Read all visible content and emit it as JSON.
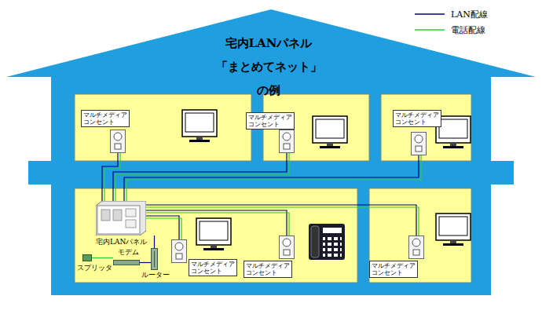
{
  "diagram": {
    "title": "宅内LANパネル 「まとめてネット」の例",
    "nodes": [
      {
        "text": [
          "マルチメディア コンセント"
        ]
      },
      {
        "text": [
          "マルチメディア コンセント"
        ]
      },
      {
        "text": [
          "マルチメディア コンセント"
        ]
      },
      {
        "text": [
          "宅内LANパネル"
        ]
      },
      {
        "text": [
          "スプリッタ"
        ]
      },
      {
        "text": [
          "モデム"
        ]
      },
      {
        "text": [
          "ルーター"
        ]
      },
      {
        "text": [
          "マルチメディア コンセント"
        ]
      },
      {
        "text": [
          "マルチメディア コンセント"
        ]
      },
      {
        "text": [
          "マルチメディア コンセント"
        ]
      }
    ],
    "edges": [
      {
        "from": 3,
        "to": 0,
        "arrow": "none"
      },
      {
        "from": 3,
        "to": 1,
        "arrow": "none"
      },
      {
        "from": 3,
        "to": 2,
        "arrow": "none"
      },
      {
        "from": 3,
        "to": 7,
        "arrow": "none"
      },
      {
        "from": 3,
        "to": 8,
        "arrow": "none"
      },
      {
        "from": 3,
        "to": 9,
        "arrow": "none"
      },
      {
        "from": 4,
        "to": 5,
        "arrow": "none"
      },
      {
        "from": 5,
        "to": 6,
        "arrow": "none"
      },
      {
        "from": 6,
        "to": 3,
        "arrow": "none"
      }
    ],
    "legend": [
      {
        "text": "LAN配線"
      },
      {
        "text": "電話配線"
      }
    ]
  }
}
